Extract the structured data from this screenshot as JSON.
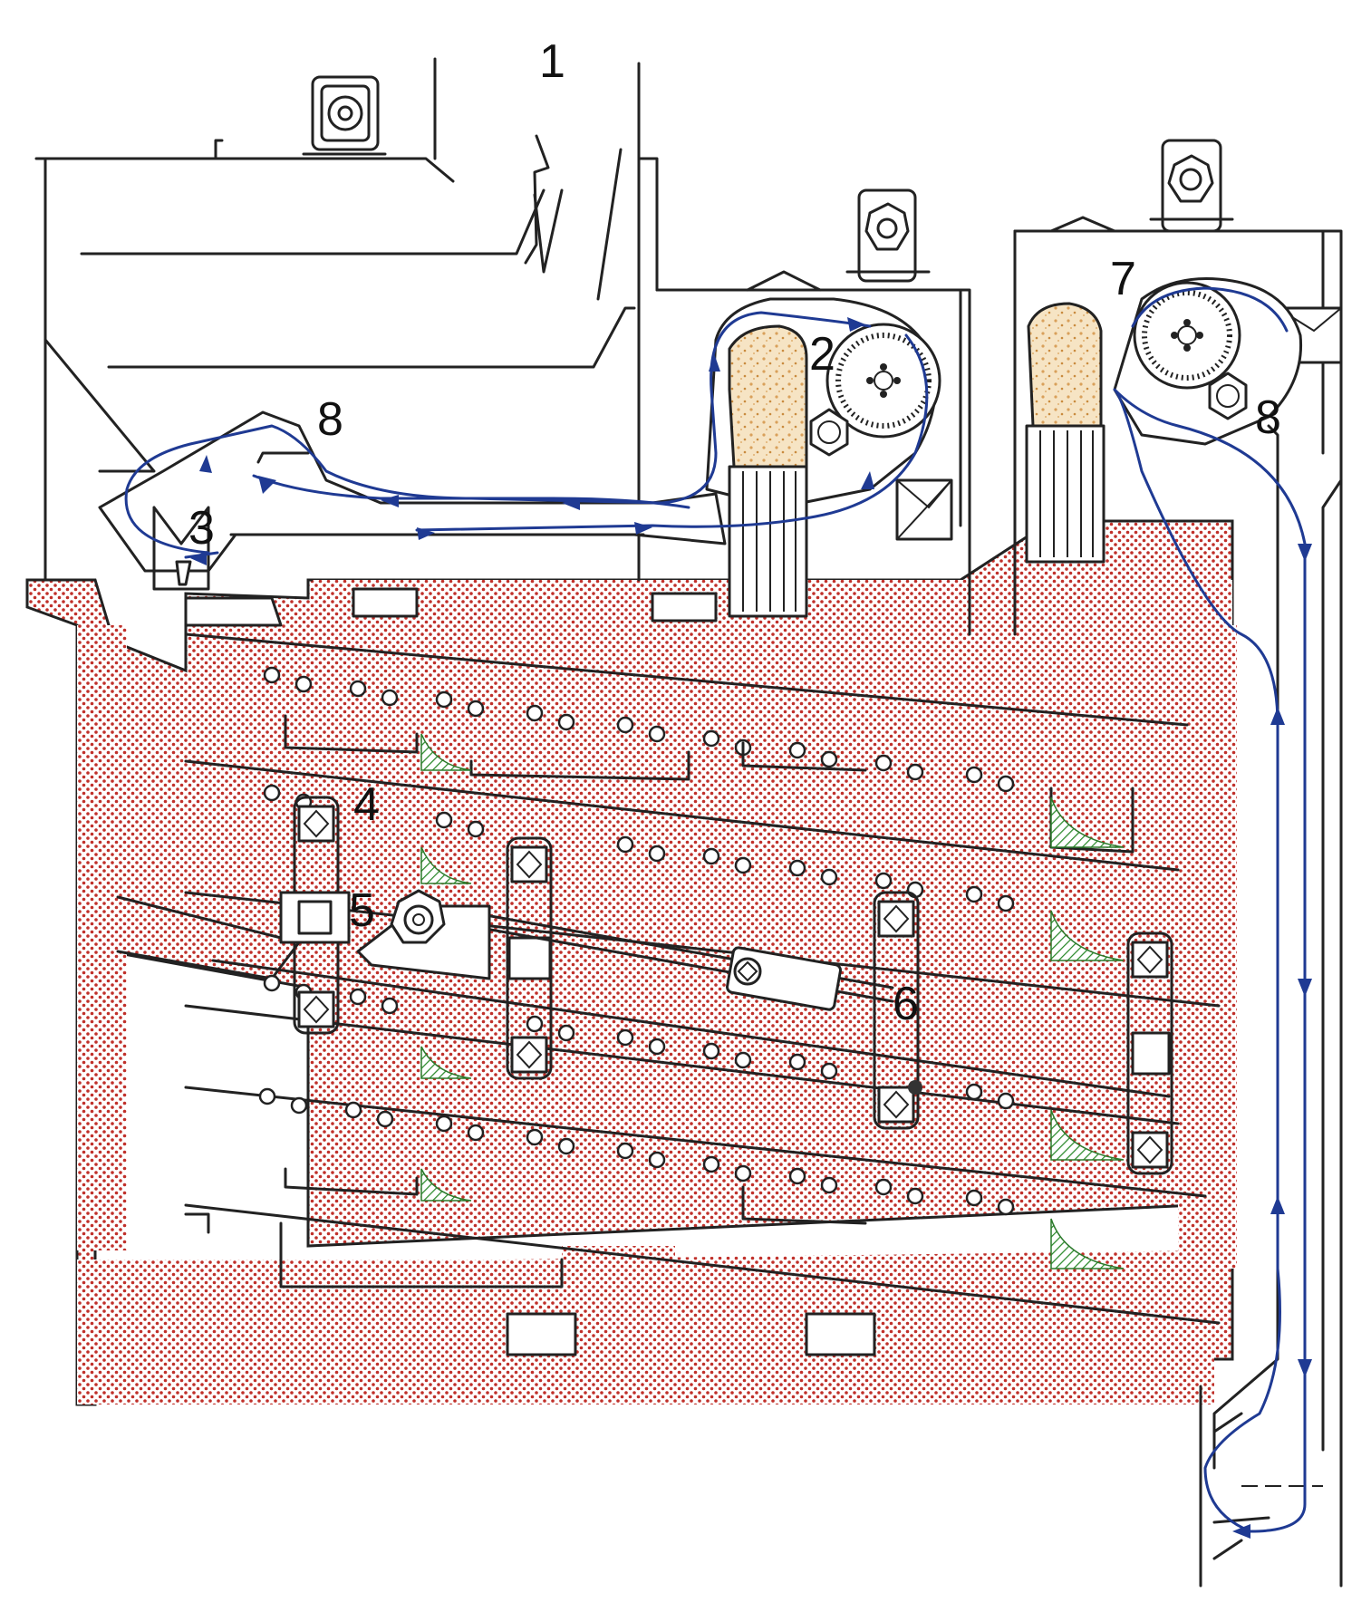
{
  "labels": {
    "n1": "1",
    "n2": "2",
    "n3": "3",
    "n4": "4",
    "n5": "5",
    "n6": "6",
    "n7": "7",
    "n8_left": "8",
    "n8_right": "8"
  },
  "colors": {
    "insulation": "#c0302a",
    "flow": "#1f3a93",
    "filter": "#e9c58a",
    "hatch": "#2b7a2b",
    "outline": "#222222"
  }
}
